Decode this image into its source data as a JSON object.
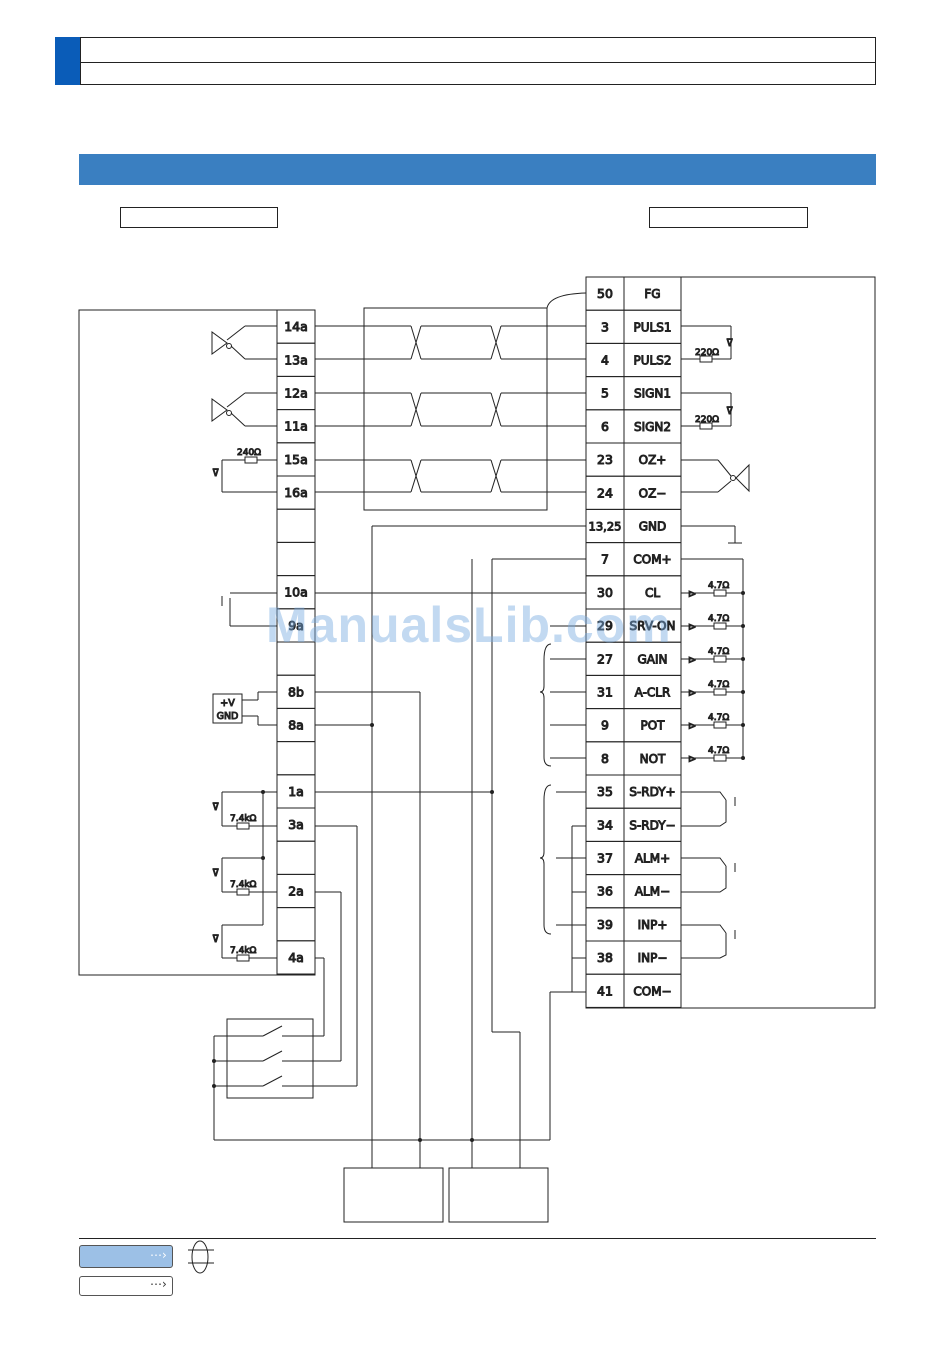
{
  "header": {
    "accent_color": "#0a5cb8"
  },
  "section_band": {
    "color": "#3a7fc1"
  },
  "watermark": "ManualsLib.com",
  "left_connector": [
    {
      "pin": "14a"
    },
    {
      "pin": "13a"
    },
    {
      "pin": "12a"
    },
    {
      "pin": "11a"
    },
    {
      "pin": "15a"
    },
    {
      "pin": "16a"
    },
    {
      "pin": ""
    },
    {
      "pin": ""
    },
    {
      "pin": "10a"
    },
    {
      "pin": "9a"
    },
    {
      "pin": ""
    },
    {
      "pin": "8b"
    },
    {
      "pin": "8a"
    },
    {
      "pin": ""
    },
    {
      "pin": "1a"
    },
    {
      "pin": "3a"
    },
    {
      "pin": ""
    },
    {
      "pin": "2a"
    },
    {
      "pin": ""
    },
    {
      "pin": "4a"
    }
  ],
  "right_connector": [
    {
      "pin": "50",
      "signal": "FG"
    },
    {
      "pin": "3",
      "signal": "PULS1"
    },
    {
      "pin": "4",
      "signal": "PULS2"
    },
    {
      "pin": "5",
      "signal": "SIGN1"
    },
    {
      "pin": "6",
      "signal": "SIGN2"
    },
    {
      "pin": "23",
      "signal": "OZ+"
    },
    {
      "pin": "24",
      "signal": "OZ−"
    },
    {
      "pin": "13,25",
      "signal": "GND"
    },
    {
      "pin": "7",
      "signal": "COM+"
    },
    {
      "pin": "30",
      "signal": "CL"
    },
    {
      "pin": "29",
      "signal": "SRV-ON"
    },
    {
      "pin": "27",
      "signal": "GAIN"
    },
    {
      "pin": "31",
      "signal": "A-CLR"
    },
    {
      "pin": "9",
      "signal": "POT"
    },
    {
      "pin": "8",
      "signal": "NOT"
    },
    {
      "pin": "35",
      "signal": "S-RDY+"
    },
    {
      "pin": "34",
      "signal": "S-RDY−"
    },
    {
      "pin": "37",
      "signal": "ALM+"
    },
    {
      "pin": "36",
      "signal": "ALM−"
    },
    {
      "pin": "39",
      "signal": "INP+"
    },
    {
      "pin": "38",
      "signal": "INP−"
    },
    {
      "pin": "41",
      "signal": "COM−"
    }
  ],
  "resistors": {
    "r220": "220Ω",
    "r240": "240Ω",
    "r4k7": "4.7Ω",
    "r7k4": "7.4kΩ"
  },
  "power_block": {
    "line1": "+V",
    "line2": "GND"
  }
}
